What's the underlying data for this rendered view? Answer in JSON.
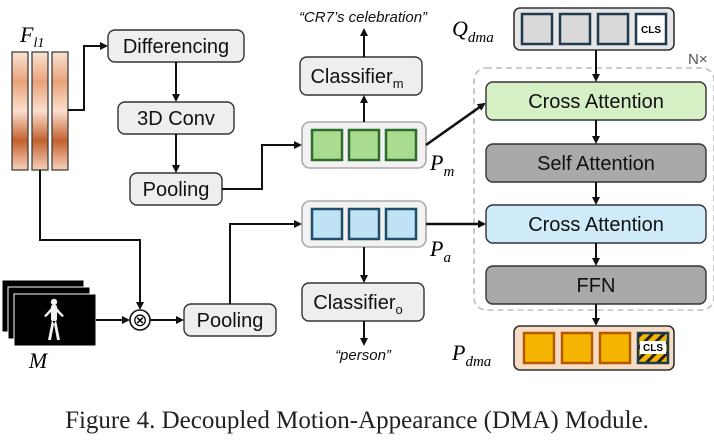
{
  "inputs": {
    "feature_label_main": "F",
    "feature_label_sub": "l1",
    "mask_label": "M"
  },
  "motion_branch": {
    "differencing": "Differencing",
    "conv3d": "3D Conv",
    "pooling": "Pooling",
    "classifier_main": "Classifier",
    "classifier_sub": "m",
    "celebration_text": "“CR7’s celebration”",
    "pm_main": "P",
    "pm_sub": "m"
  },
  "appearance_branch": {
    "pooling": "Pooling",
    "classifier_main": "Classifier",
    "classifier_sub": "o",
    "person_text": "“person”",
    "pa_main": "P",
    "pa_sub": "a",
    "multiply_symbol": "⊗"
  },
  "dma_module": {
    "query_main": "Q",
    "query_sub": "dma",
    "cls_label": "CLS",
    "repeat_label": "N×",
    "cross_attention_1": "Cross Attention",
    "self_attention": "Self Attention",
    "cross_attention_2": "Cross Attention",
    "ffn": "FFN",
    "output_main": "P",
    "output_sub": "dma",
    "output_cls_label": "CLS"
  },
  "caption": "Figure 4. Decoupled Motion-Appearance (DMA) Module.",
  "colors": {
    "box_fill": "#eeeeee",
    "green_token": "#a9dc8f",
    "blue_token": "#bfe3f5",
    "cross_attn_green": "#d6f0c6",
    "cross_attn_blue": "#cfeaf8",
    "gray_block": "#a9a9a9",
    "orange_token": "#f5b400",
    "feature_brown": "#c46a3a"
  }
}
